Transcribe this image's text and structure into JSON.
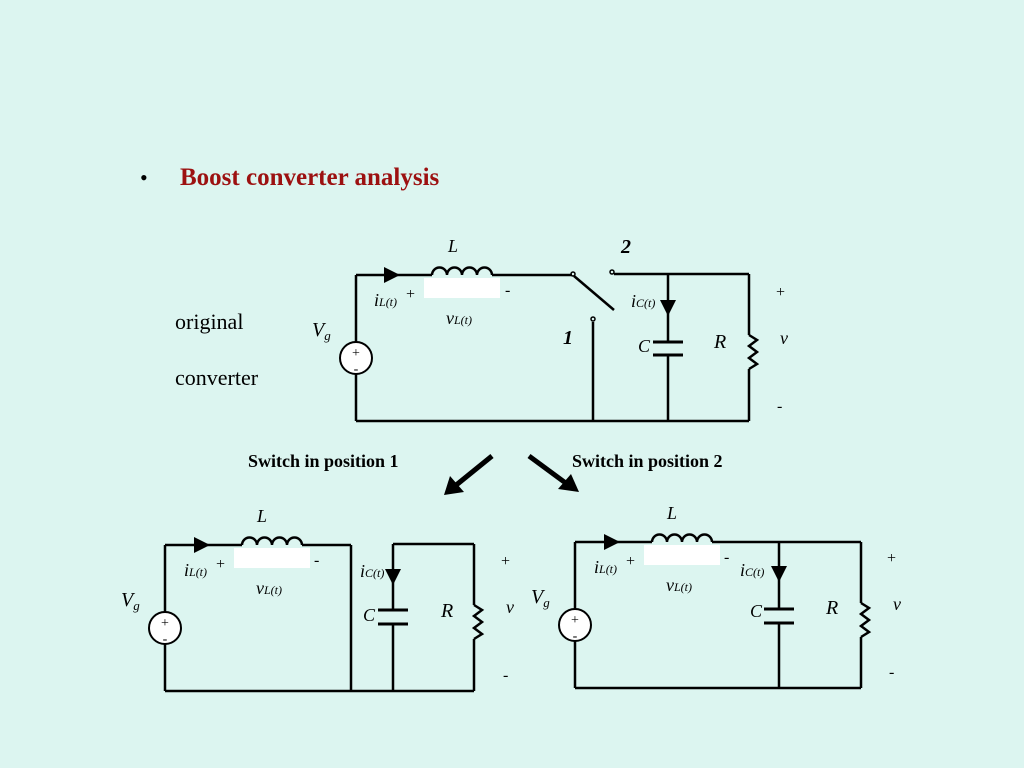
{
  "title": "Boost converter analysis",
  "labels": {
    "original": "original",
    "converter": "converter",
    "switch_pos1": "Switch in position 1",
    "switch_pos2": "Switch in position 2"
  },
  "circuit": {
    "inductor": "L",
    "capacitor": "C",
    "resistor": "R",
    "output_voltage": "v",
    "source": "V",
    "source_sub": "g",
    "inductor_current": "i",
    "inductor_current_sub": "L(t)",
    "inductor_voltage": "v",
    "inductor_voltage_sub": "L(t)",
    "cap_current": "i",
    "cap_current_sub": "C(t)",
    "plus": "+",
    "minus": "-",
    "switch_pos1": "1",
    "switch_pos2": "2"
  },
  "colors": {
    "title": "#9c1111",
    "background": "#dcf5f0",
    "wire": "#000000"
  }
}
